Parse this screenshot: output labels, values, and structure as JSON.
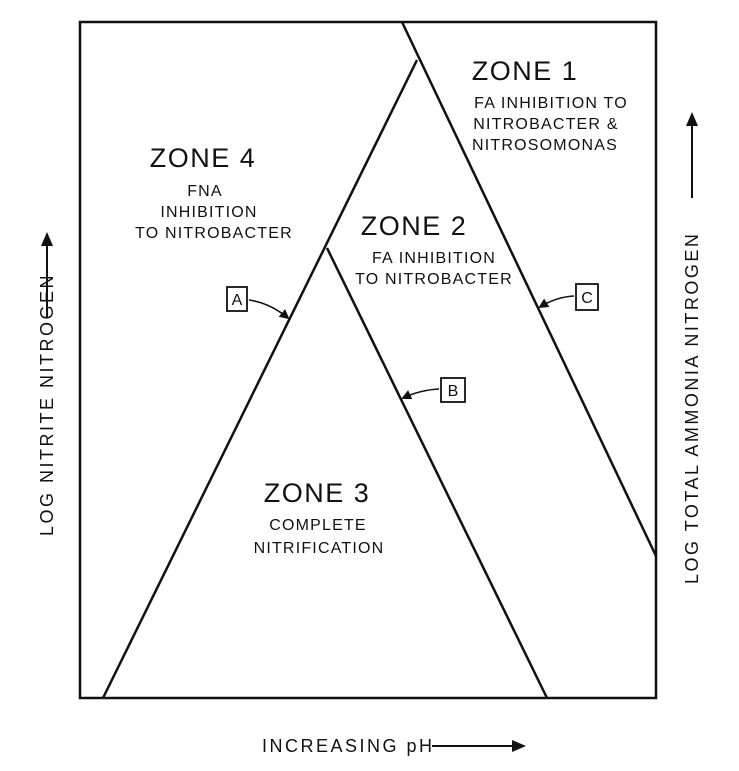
{
  "axes": {
    "x_label": "INCREASING pH",
    "y_left_label": "LOG NITRITE NITROGEN",
    "y_right_label": "LOG TOTAL AMMONIA NITROGEN"
  },
  "zones": [
    {
      "id": "zone-1",
      "title": "ZONE 1",
      "lines": [
        "FA INHIBITION TO",
        "NITROBACTER &",
        "NITROSOMONAS"
      ]
    },
    {
      "id": "zone-2",
      "title": "ZONE 2",
      "lines": [
        "FA INHIBITION",
        "TO NITROBACTER"
      ]
    },
    {
      "id": "zone-3",
      "title": "ZONE 3",
      "lines": [
        "COMPLETE",
        "NITRIFICATION"
      ]
    },
    {
      "id": "zone-4",
      "title": "ZONE 4",
      "lines": [
        "FNA",
        "INHIBITION",
        "TO NITROBACTER"
      ]
    }
  ],
  "boundary_labels": {
    "a": "A",
    "b": "B",
    "c": "C"
  },
  "colors": {
    "ink": "#111111",
    "background": "#ffffff"
  }
}
